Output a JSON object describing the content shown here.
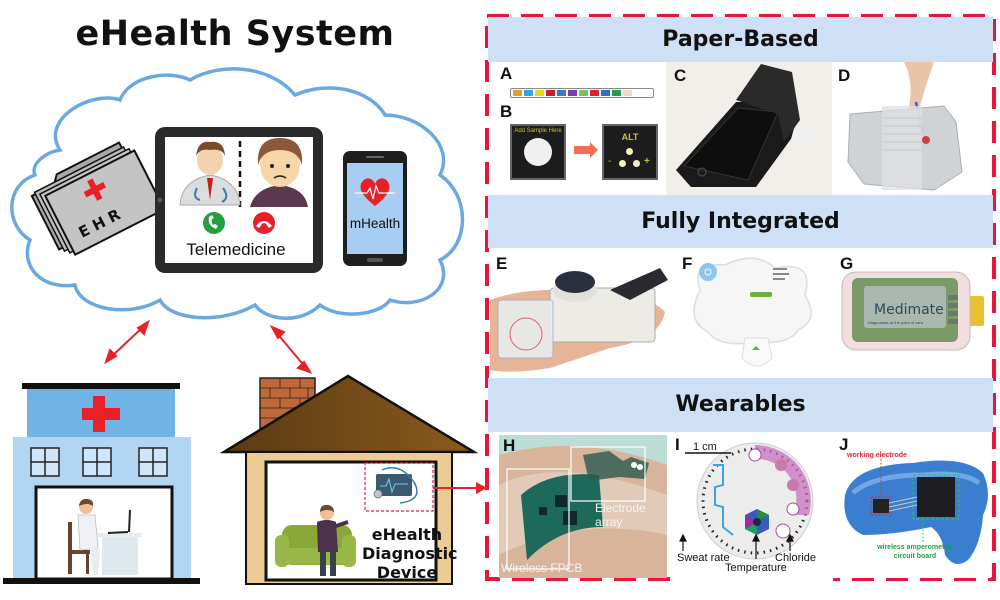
{
  "title": "eHealth System",
  "cloud": {
    "ehr": {
      "label": "EHR",
      "icon": "medical-folder-icon"
    },
    "telemedicine": {
      "label": "Telemedicine",
      "icons": [
        "doctor-avatar-icon",
        "patient-avatar-icon",
        "accept-call-icon",
        "decline-call-icon"
      ]
    },
    "mhealth": {
      "label": "mHealth",
      "icon": "heart-ecg-icon"
    }
  },
  "ground": {
    "hospital": {
      "icon": "hospital-building-icon",
      "scene": "doctor-at-desk"
    },
    "home": {
      "icon": "house-icon",
      "scene": "patient-on-sofa"
    },
    "device_label_lines": [
      "eHealth",
      "Diagnostic",
      "Device"
    ]
  },
  "categories": [
    {
      "title": "Paper-Based",
      "panels": [
        {
          "letter": "A",
          "caption": "urine test strip",
          "strip_colors": [
            "#e8a020",
            "#2aa8e0",
            "#e6d820",
            "#c8202c",
            "#3a78d0",
            "#7a3ab0",
            "#7cc060",
            "#e0202c",
            "#2a70d0",
            "#20a050",
            "#f2d8c8"
          ]
        },
        {
          "letter": "B",
          "texts": [
            "Add Sample Here",
            "ALT",
            "-",
            "+"
          ]
        },
        {
          "letter": "C",
          "caption": "smartphone reader"
        },
        {
          "letter": "D",
          "caption": "paper-based device"
        }
      ]
    },
    {
      "title": "Fully Integrated",
      "panels": [
        {
          "letter": "E",
          "caption": "handheld cartridge reader"
        },
        {
          "letter": "F",
          "caption": "clover analyzer"
        },
        {
          "letter": "G",
          "caption": "Medimate",
          "texts": [
            "Medimate",
            "Diagnostics at the point of care"
          ]
        }
      ]
    },
    {
      "title": "Wearables",
      "panels": [
        {
          "letter": "H",
          "texts": [
            "Electrode array",
            "Wireless FPCB"
          ]
        },
        {
          "letter": "I",
          "texts": [
            "1 cm",
            "Sweat rate",
            "Temperature",
            "Chloride"
          ]
        },
        {
          "letter": "J",
          "texts": [
            "working electrode",
            "wireless amperometric",
            "circuit board"
          ]
        }
      ]
    }
  ],
  "colors": {
    "accent_red": "#e8163c",
    "cloud_blue": "#6aa9e0",
    "band_blue": "#cde0f6",
    "arrow_red": "#e8202a"
  }
}
